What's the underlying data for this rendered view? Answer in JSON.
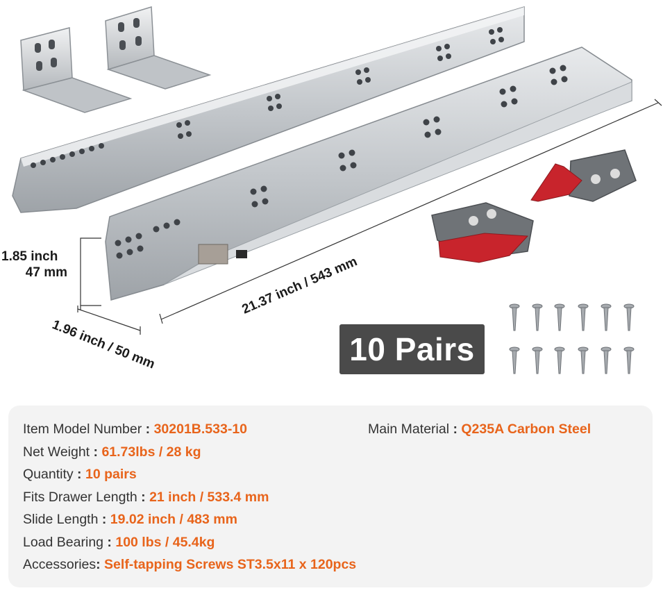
{
  "dimensions": {
    "height_inch": "1.85 inch",
    "height_mm": "47 mm",
    "width": "1.96 inch / 50 mm",
    "length": "21.37 inch / 543 mm"
  },
  "badge": "10 Pairs",
  "specs": {
    "model": {
      "label": "Item Model Number",
      "sep": " : ",
      "value": "30201B.533-10"
    },
    "material": {
      "label": "Main Material",
      "sep": " : ",
      "value": "Q235A Carbon Steel"
    },
    "weight": {
      "label": "Net Weight",
      "sep": " : ",
      "value": "61.73lbs / 28 kg"
    },
    "quantity": {
      "label": "Quantity",
      "sep": " : ",
      "value": "10 pairs"
    },
    "fits": {
      "label": "Fits Drawer Length",
      "sep": " : ",
      "value": "21 inch / 533.4 mm"
    },
    "slide": {
      "label": "Slide Length",
      "sep": " : ",
      "value": "19.02 inch / 483 mm"
    },
    "load": {
      "label": "Load Bearing",
      "sep": " : ",
      "value": "100 lbs / 45.4kg"
    },
    "accessories": {
      "label": "Accessories",
      "sep": ": ",
      "value": "Self-tapping Screws ST3.5x11 x 120pcs"
    }
  },
  "colors": {
    "accent": "#e8641b",
    "badge_bg": "#4a4a4a",
    "panel_bg": "#f3f3f3",
    "steel": "#c9ccd0",
    "lever_red": "#c8242c"
  }
}
